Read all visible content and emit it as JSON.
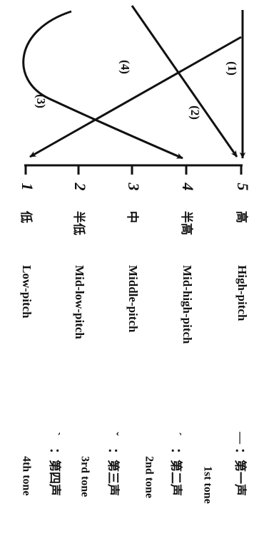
{
  "scale": {
    "levels": [
      {
        "num": "5",
        "zh": "高",
        "en": "High-pitch"
      },
      {
        "num": "4",
        "zh": "半高",
        "en": "Mid-high-pitch"
      },
      {
        "num": "3",
        "zh": "中",
        "en": "Middle-pitch"
      },
      {
        "num": "2",
        "zh": "半低",
        "en": "Mid-low-pitch"
      },
      {
        "num": "1",
        "zh": "低",
        "en": "Low-pitch"
      }
    ]
  },
  "curves": {
    "tone1_label": "(1)",
    "tone2_label": "(2)",
    "tone3_label": "(3)",
    "tone4_label": "(4)"
  },
  "legend": [
    {
      "mark": "—",
      "zh": "：第一声",
      "en": "1st tone"
    },
    {
      "mark": "ˊ",
      "zh": "：第二声",
      "en": "2nd tone"
    },
    {
      "mark": "ˇ",
      "zh": "：第三声",
      "en": "3rd tone"
    },
    {
      "mark": "ˋ",
      "zh": "：第四声",
      "en": "4th tone"
    }
  ],
  "colors": {
    "ink": "#111111",
    "background": "#ffffff"
  }
}
